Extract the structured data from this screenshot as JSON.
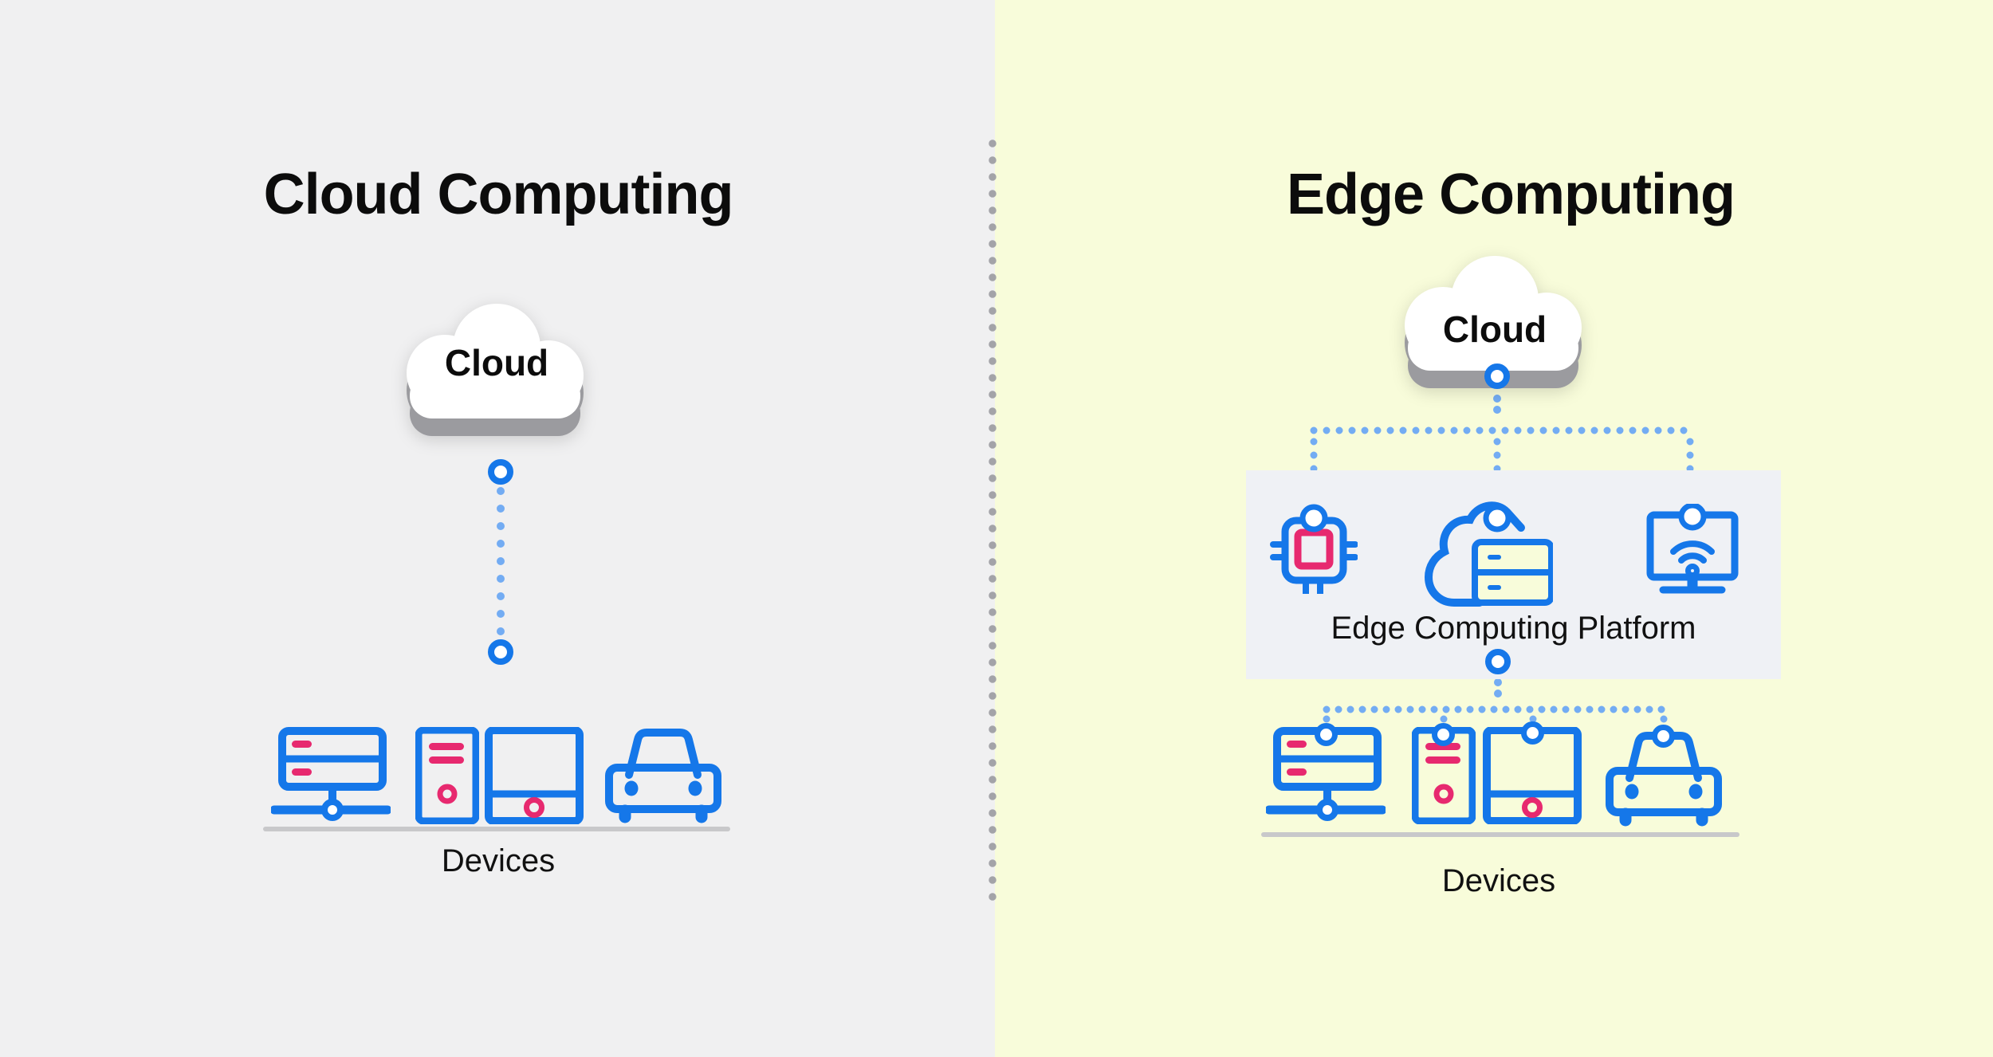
{
  "left": {
    "title": "Cloud Computing",
    "cloud_label": "Cloud",
    "devices_label": "Devices"
  },
  "right": {
    "title": "Edge Computing",
    "cloud_label": "Cloud",
    "platform_label": "Edge Computing Platform",
    "devices_label": "Devices"
  },
  "icons": {
    "left_devices": [
      "network-server-icon",
      "tower-pc-icon",
      "desktop-box-icon",
      "car-icon"
    ],
    "right_devices": [
      "network-server-icon",
      "tower-pc-icon",
      "desktop-box-icon",
      "car-icon"
    ],
    "platform": [
      "chip-icon",
      "cloud-server-icon",
      "wifi-monitor-icon"
    ],
    "clouds": [
      "cloud-3d-icon",
      "cloud-3d-icon"
    ]
  },
  "colors": {
    "left_background": "#f0f0f1",
    "right_background": "#f8fcda",
    "platform_box": "#eff1f5",
    "icon_blue": "#1577e9",
    "dot_blue": "#73acf3",
    "accent_pink": "#e7296f",
    "divider_dot_gray": "#a3a3a8",
    "baseline_gray": "#c8c8ca",
    "cloud_shadow_gray": "#9b9b9f",
    "text_black": "#0c0c0c"
  }
}
